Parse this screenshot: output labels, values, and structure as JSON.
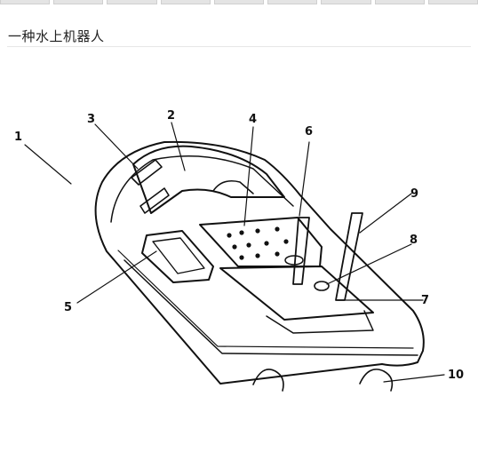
{
  "window": {
    "tabs": [
      "",
      "",
      "",
      "",
      "",
      "",
      "",
      "",
      ""
    ]
  },
  "document": {
    "title": "一种水上机器人"
  },
  "figure": {
    "labels": [
      {
        "id": "1",
        "text": "1"
      },
      {
        "id": "2",
        "text": "2"
      },
      {
        "id": "3",
        "text": "3"
      },
      {
        "id": "4",
        "text": "4"
      },
      {
        "id": "5",
        "text": "5"
      },
      {
        "id": "6",
        "text": "6"
      },
      {
        "id": "7",
        "text": "7"
      },
      {
        "id": "8",
        "text": "8"
      },
      {
        "id": "9",
        "text": "9"
      },
      {
        "id": "10",
        "text": "10"
      }
    ]
  }
}
